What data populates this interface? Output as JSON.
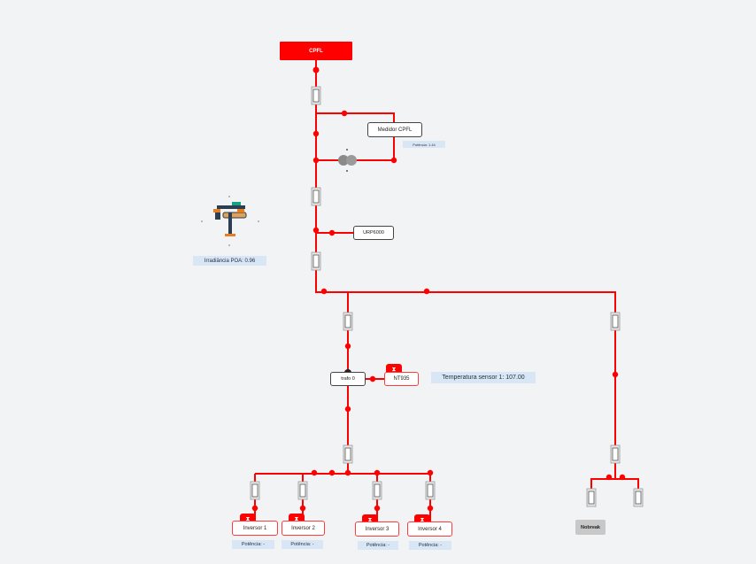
{
  "source": {
    "label": "CPFL"
  },
  "meter": {
    "label": "Medidor CPFL",
    "power_label": "Potência: 1.44"
  },
  "relay": {
    "label": "URP6000"
  },
  "irradiance": {
    "label": "Irradiância POA: 0.96"
  },
  "transformer": {
    "label": "trafo 0"
  },
  "temp_module": {
    "label": "NT935"
  },
  "temperature": {
    "label": "Temperatura sensor 1: 107.00"
  },
  "inverters": [
    {
      "label": "Inversor 1",
      "power_label": "Potência: -"
    },
    {
      "label": "Inversor 2",
      "power_label": "Potência: -"
    },
    {
      "label": "Inversor 3",
      "power_label": "Potência: -"
    },
    {
      "label": "Inversor 4",
      "power_label": "Potência: -"
    }
  ],
  "ups": {
    "label": "Nobreak"
  },
  "icons": {
    "warning": "hourglass-icon",
    "sensor": "weather-station-icon",
    "transformer": "transformer-icon",
    "fuse": "fuse-icon"
  },
  "colors": {
    "line": "#ff0000",
    "background": "#f2f3f5",
    "chip": "#d9e6f5"
  }
}
